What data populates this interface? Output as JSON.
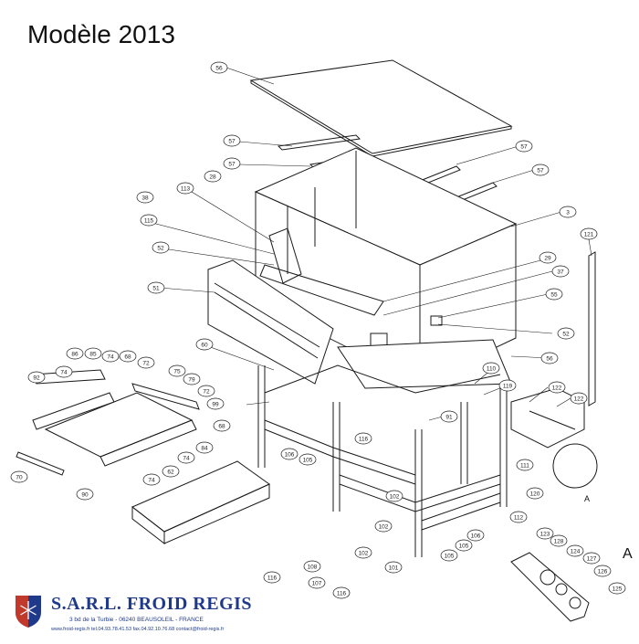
{
  "title": "Modèle 2013",
  "detail_label": "A",
  "detail_label_small": "A",
  "callouts": [
    "56",
    "57",
    "57",
    "57",
    "57",
    "3",
    "28",
    "113",
    "38",
    "115",
    "52",
    "51",
    "29",
    "37",
    "55",
    "52",
    "56",
    "121",
    "60",
    "86",
    "85",
    "74",
    "68",
    "92",
    "74",
    "72",
    "75",
    "79",
    "72",
    "99",
    "68",
    "84",
    "74",
    "110",
    "119",
    "122",
    "122",
    "91",
    "116",
    "111",
    "62",
    "74",
    "70",
    "90",
    "106",
    "105",
    "120",
    "102",
    "112",
    "102",
    "106",
    "105",
    "102",
    "101",
    "105",
    "108",
    "107",
    "116",
    "116",
    "123",
    "128",
    "124",
    "127",
    "126",
    "125"
  ],
  "footer": {
    "company": "S.A.R.L. FROID REGIS",
    "address": "3 bd de la Turbie - 06240 BEAUSOLEIL - FRANCE",
    "contact": "www.froid-regis.fr   tel.04.93.78.41.53  fax.04.92.10.76.68  contact@froid-regis.fr"
  },
  "colors": {
    "line": "#1a1a1a",
    "brand": "#1f3a8a"
  }
}
